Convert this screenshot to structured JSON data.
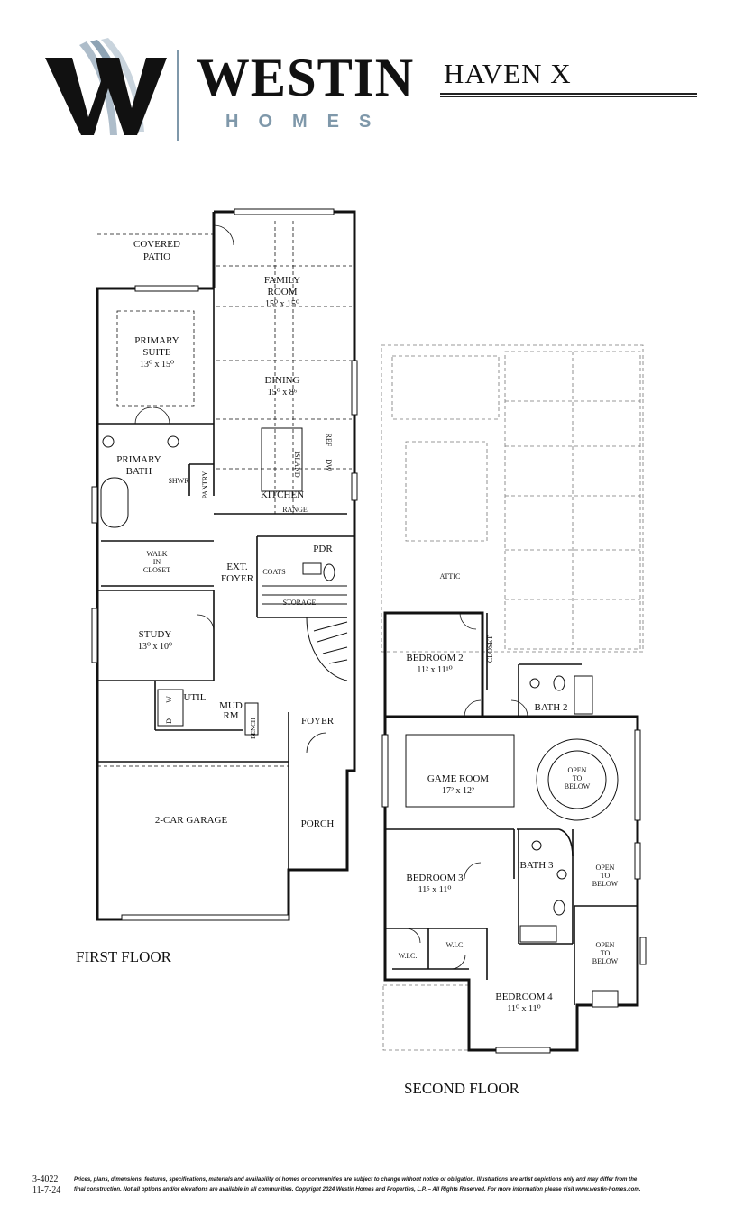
{
  "brand": {
    "name": "WESTIN",
    "sub": "HOMES",
    "accent": "#7f98aa"
  },
  "plan": {
    "title": "HAVEN X"
  },
  "first_floor": {
    "label": "FIRST FLOOR",
    "rooms": {
      "covered_patio": [
        "COVERED",
        "PATIO"
      ],
      "family_room": [
        "FAMILY",
        "ROOM",
        "15⁰ x 15⁰"
      ],
      "primary_suite": [
        "PRIMARY",
        "SUITE",
        "13⁰ x 15⁰"
      ],
      "dining": [
        "DINING",
        "15⁰ x 8⁶"
      ],
      "primary_bath": [
        "PRIMARY",
        "BATH"
      ],
      "shwr": "SHWR",
      "pantry": "PANTRY",
      "island": "ISLAND",
      "kitchen": "KITCHEN",
      "ref": "REF",
      "dw": "DW",
      "range": "RANGE",
      "walk_in_closet": [
        "WALK",
        "IN",
        "CLOSET"
      ],
      "ext_foyer": [
        "EXT.",
        "FOYER"
      ],
      "coats": "COATS",
      "pdr": "PDR",
      "storage": "STORAGE",
      "study": [
        "STUDY",
        "13⁰ x 10⁰"
      ],
      "util": "UTIL",
      "dryer": "D",
      "washer": "W",
      "mud_rm": [
        "MUD",
        "RM"
      ],
      "bench": "BENCH",
      "foyer": "FOYER",
      "garage": "2-CAR GARAGE",
      "porch": "PORCH"
    }
  },
  "second_floor": {
    "label": "SECOND FLOOR",
    "rooms": {
      "attic": "ATTIC",
      "bedroom2": [
        "BEDROOM 2",
        "11² x 11¹⁰"
      ],
      "closet": "CLOSET",
      "bath2": "BATH 2",
      "game_room": [
        "GAME ROOM",
        "17² x 12²"
      ],
      "open1": [
        "OPEN",
        "TO",
        "BELOW"
      ],
      "open2": [
        "OPEN",
        "TO",
        "BELOW"
      ],
      "open3": [
        "OPEN",
        "TO",
        "BELOW"
      ],
      "bedroom3": [
        "BEDROOM 3",
        "11⁵ x 11⁰"
      ],
      "bath3": "BATH 3",
      "wic1": "W.I.C.",
      "wic2": "W.I.C.",
      "bedroom4": [
        "BEDROOM 4",
        "11⁰ x 11⁰"
      ]
    }
  },
  "footer": {
    "code_line1": "3-4022",
    "code_line2": "11-7-24",
    "legal_line1": "Prices, plans, dimensions, features, specifications, materials and availability of homes or communities are subject to change without notice or obligation.  Illustrations are artist depictions only and may differ from the",
    "legal_line2": "final construction.  Not all options and/or elevations are available in all communities.  Copyright 2024 Westin Homes and Properties, L.P. – All Rights Reserved.  For more information please visit www.westin-homes.com."
  }
}
